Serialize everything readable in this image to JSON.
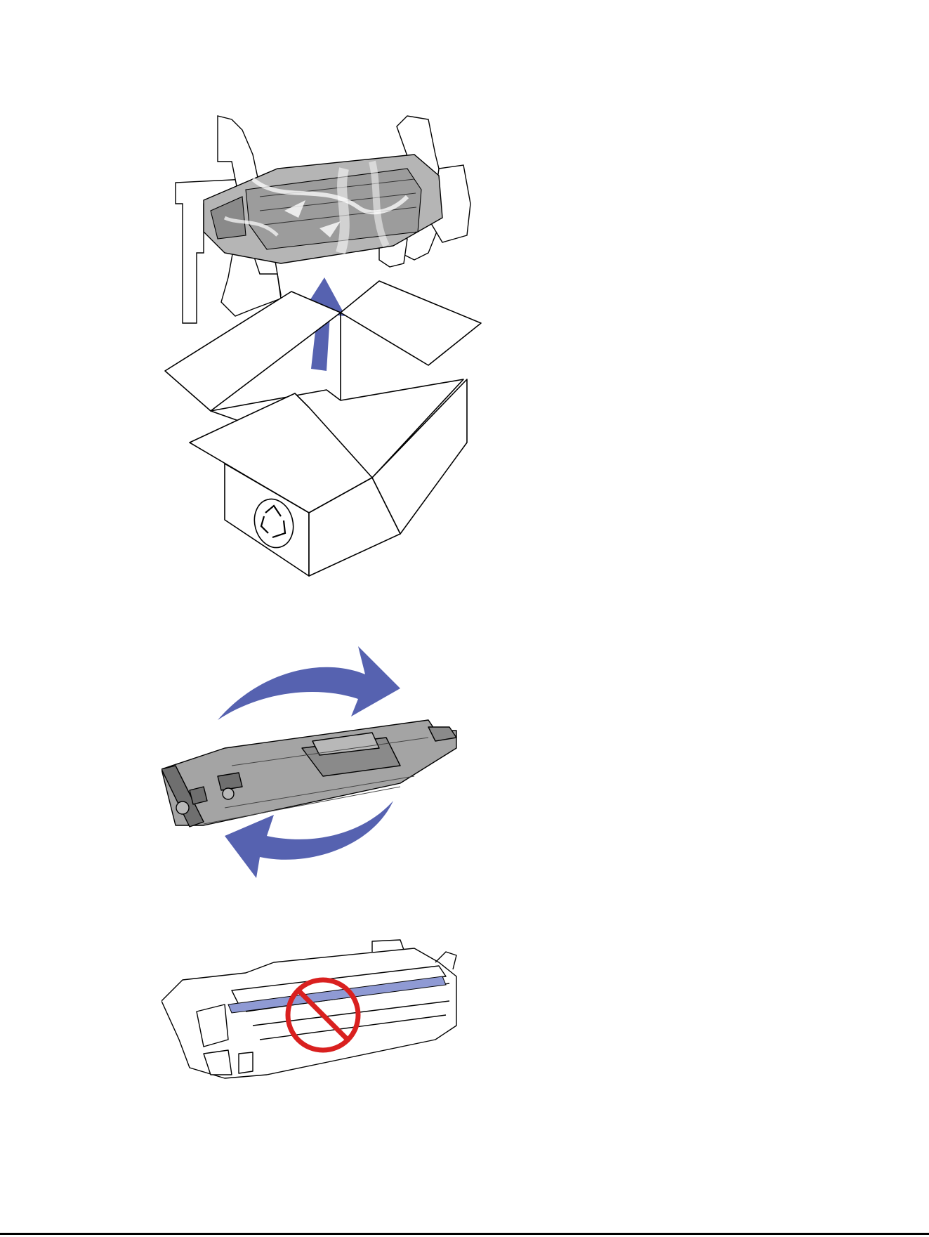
{
  "colors": {
    "arrow": "#5662b0",
    "cartridge_fill": "#a4a4a4",
    "cartridge_dark": "#6f6f6f",
    "outline": "#000000",
    "prohibit": "#d9201f",
    "drum_highlight": "#8f9ad4",
    "footer_rule": "#000000"
  },
  "figures": [
    {
      "id": "unpack",
      "icon": "recycle-icon"
    },
    {
      "id": "rotate",
      "icon": "rotate-arrows-icon"
    },
    {
      "id": "no-touch-drum",
      "icon": "prohibited-icon"
    }
  ]
}
